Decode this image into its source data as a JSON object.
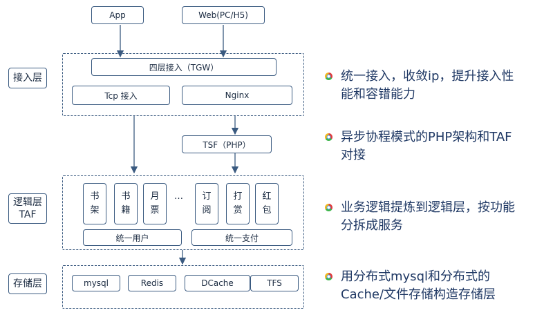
{
  "colors": {
    "border": "#3a5a80",
    "text": "#1f3864"
  },
  "clients": {
    "app": "App",
    "web": "Web(PC/H5)"
  },
  "layers": {
    "access": "接入层",
    "logic_line1": "逻辑层",
    "logic_line2": "TAF",
    "storage": "存储层"
  },
  "access": {
    "tgw": "四层接入（TGW）",
    "tcp": "Tcp 接入",
    "nginx": "Nginx"
  },
  "tsf": "TSF（PHP）",
  "logic": {
    "services": [
      {
        "c1": "书",
        "c2": "架"
      },
      {
        "c1": "书",
        "c2": "籍"
      },
      {
        "c1": "月",
        "c2": "票"
      },
      {
        "c1": "订",
        "c2": "阅"
      },
      {
        "c1": "打",
        "c2": "赏"
      },
      {
        "c1": "红",
        "c2": "包"
      }
    ],
    "ellipsis": "…",
    "user": "统一用户",
    "payment": "统一支付"
  },
  "storage": {
    "mysql": "mysql",
    "redis": "Redis",
    "dcache": "DCache",
    "tfs": "TFS"
  },
  "notes": [
    {
      "line1": "统一接入，收敛ip，提升接入性",
      "line2": "能和容错能力"
    },
    {
      "line1": "异步协程模式的PHP架构和TAF",
      "line2": "对接"
    },
    {
      "line1": "业务逻辑提炼到逻辑层，按功能",
      "line2": "分拆成服务"
    },
    {
      "line1": "用分布式mysql和分布式的",
      "line2": "Cache/文件存储构造存储层"
    }
  ],
  "bullet_icon": "multicolor-circle-bullet"
}
